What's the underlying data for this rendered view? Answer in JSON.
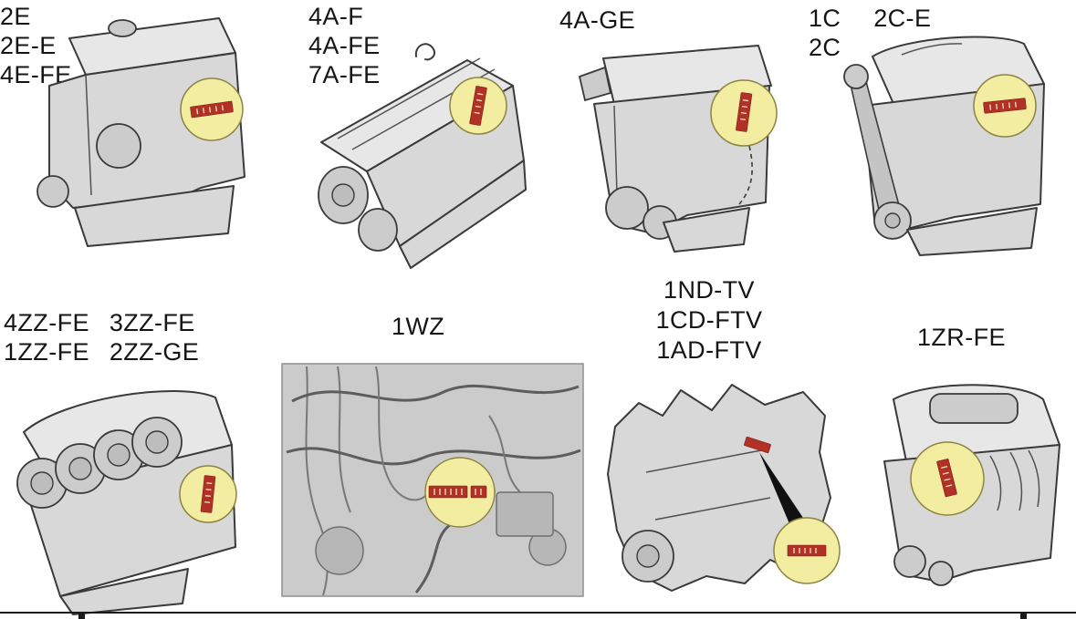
{
  "colors": {
    "background": "#ffffff",
    "engine_fill": "#d8d8d8",
    "engine_fill_light": "#e7e7e7",
    "outline": "#3a3a3a",
    "callout_fill": "#f2eda1",
    "callout_stroke": "#8c8440",
    "plate_fill": "#b23127",
    "photo_bg": "#cbcbcb"
  },
  "engines": [
    {
      "id": "2e-family",
      "labels": [
        "2E",
        "2E-E",
        "4E-FE"
      ]
    },
    {
      "id": "4a-family",
      "labels": [
        "4A-F",
        "4A-FE",
        "7A-FE"
      ]
    },
    {
      "id": "4a-ge",
      "labels": [
        "4A-GE"
      ]
    },
    {
      "id": "1c-2c-family",
      "labels": [
        "1C",
        "2C-E",
        "2C"
      ]
    },
    {
      "id": "zz-family",
      "labels": [
        "4ZZ-FE",
        "3ZZ-FE",
        "1ZZ-FE",
        "2ZZ-GE"
      ]
    },
    {
      "id": "1wz",
      "labels": [
        "1WZ"
      ]
    },
    {
      "id": "nd-cd-ad-family",
      "labels": [
        "1ND-TV",
        "1CD-FTV",
        "1AD-FTV"
      ]
    },
    {
      "id": "1zr-fe",
      "labels": [
        "1ZR-FE"
      ]
    }
  ]
}
